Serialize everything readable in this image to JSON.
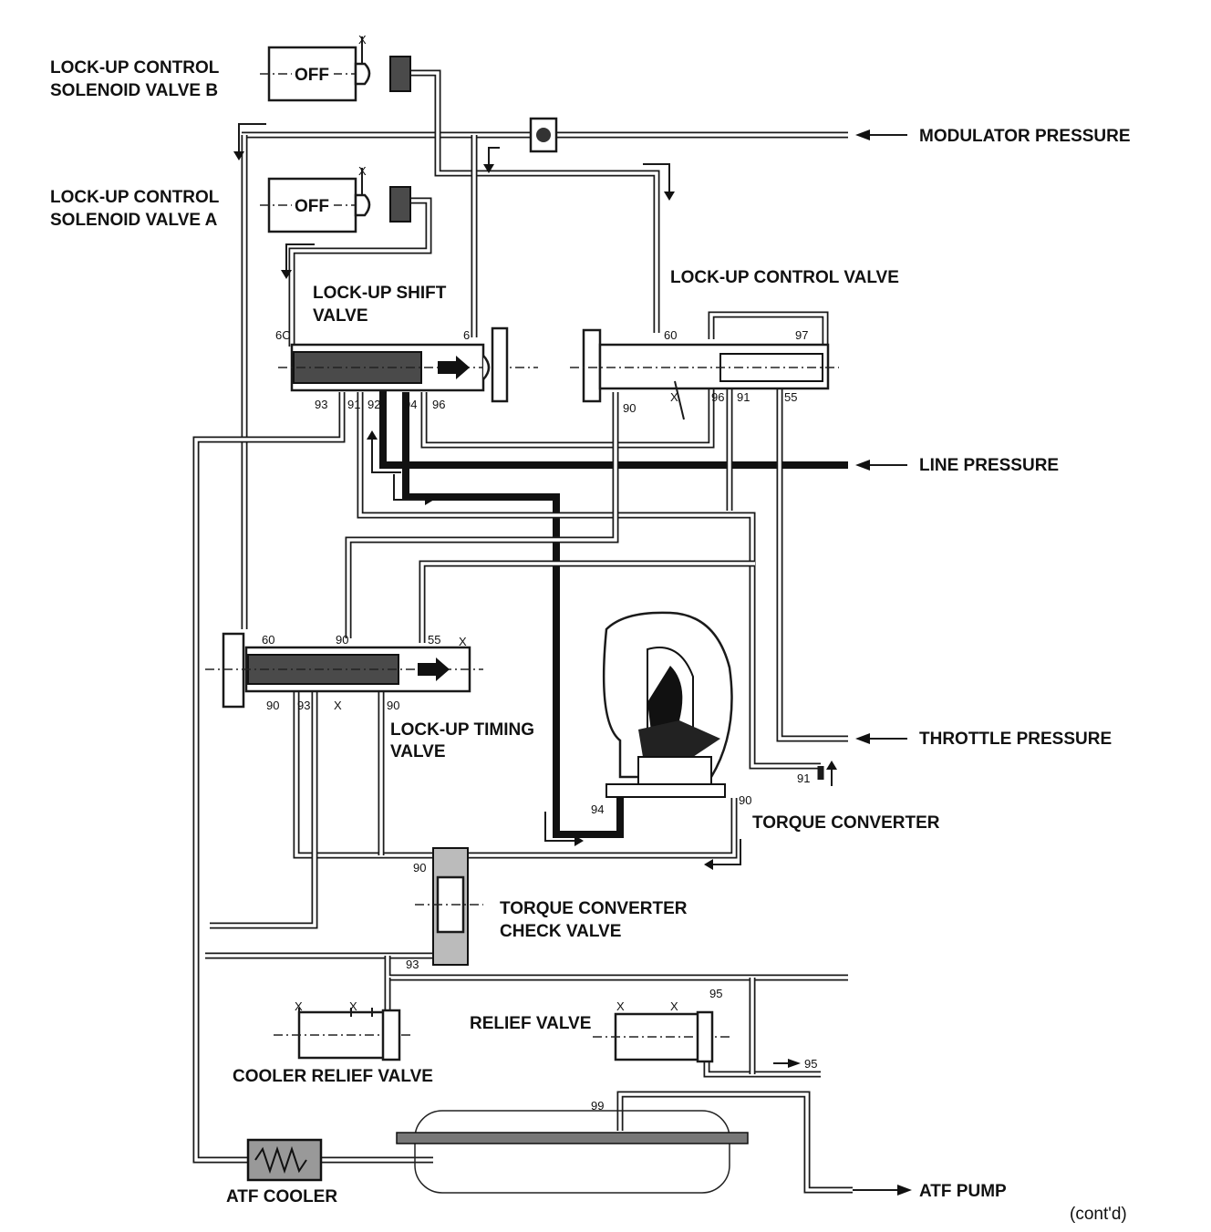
{
  "labels": {
    "solenoid_b_line1": "LOCK-UP CONTROL",
    "solenoid_b_line2": "SOLENOID VALVE B",
    "solenoid_a_line1": "LOCK-UP CONTROL",
    "solenoid_a_line2": "SOLENOID VALVE A",
    "solenoid_state_b": "OFF",
    "solenoid_state_a": "OFF",
    "modulator_pressure": "MODULATOR PRESSURE",
    "lockup_control_valve": "LOCK-UP CONTROL VALVE",
    "lockup_shift_valve_line1": "LOCK-UP SHIFT",
    "lockup_shift_valve_line2": "VALVE",
    "line_pressure": "LINE PRESSURE",
    "throttle_pressure": "THROTTLE PRESSURE",
    "lockup_timing_valve_line1": "LOCK-UP TIMING",
    "lockup_timing_valve_line2": "VALVE",
    "torque_converter": "TORQUE CONVERTER",
    "tc_check_valve_line1": "TORQUE CONVERTER",
    "tc_check_valve_line2": "CHECK VALVE",
    "relief_valve": "RELIEF VALVE",
    "cooler_relief_valve": "COOLER RELIEF VALVE",
    "atf_cooler": "ATF COOLER",
    "atf_pump": "ATF PUMP",
    "contd": "(cont'd)"
  },
  "port_numbers": {
    "p6c": "6C",
    "p6": "6",
    "p93": "93",
    "p91": "91",
    "p92": "92",
    "p94": "94",
    "p96": "96",
    "p60a": "60",
    "p97": "97",
    "p90a": "90",
    "p96b": "96",
    "p91b": "91",
    "p55a": "55",
    "p60b": "60",
    "p90b": "90",
    "p55b": "55",
    "p90c": "90",
    "p93b": "93",
    "p90d": "90",
    "p91c": "91",
    "p90e": "90",
    "p94b": "94",
    "p90f": "90",
    "p93c": "93",
    "p95": "95",
    "p95b": "95",
    "p99": "99"
  },
  "exhaust_mark": "X"
}
